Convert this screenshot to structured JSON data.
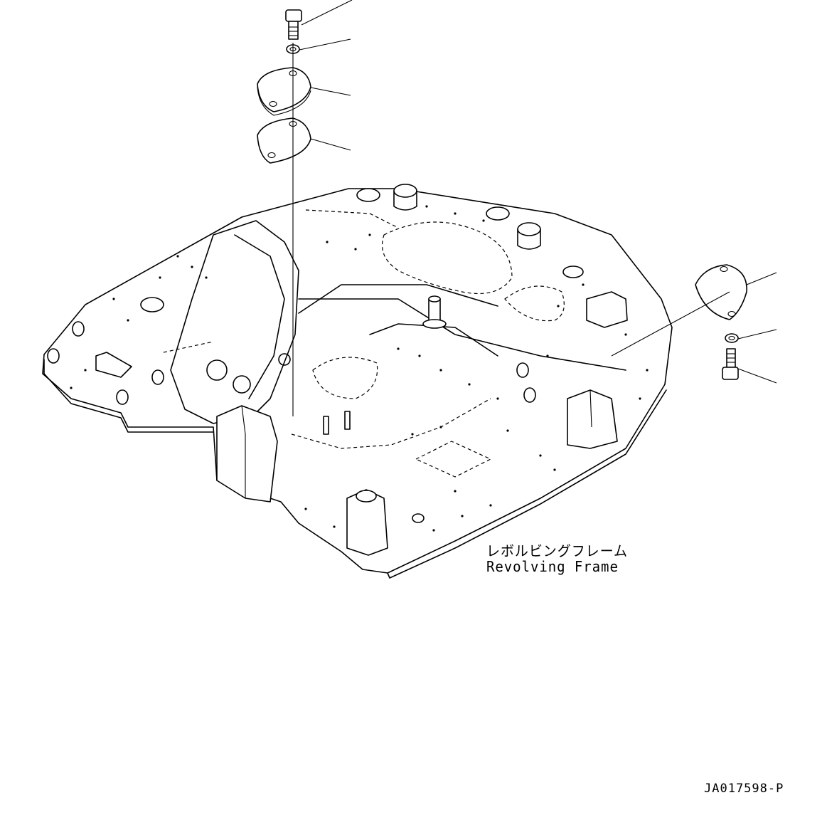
{
  "part_label": {
    "japanese": "レボルビングフレーム",
    "english": "Revolving Frame"
  },
  "drawing_number": "JA017598-P"
}
